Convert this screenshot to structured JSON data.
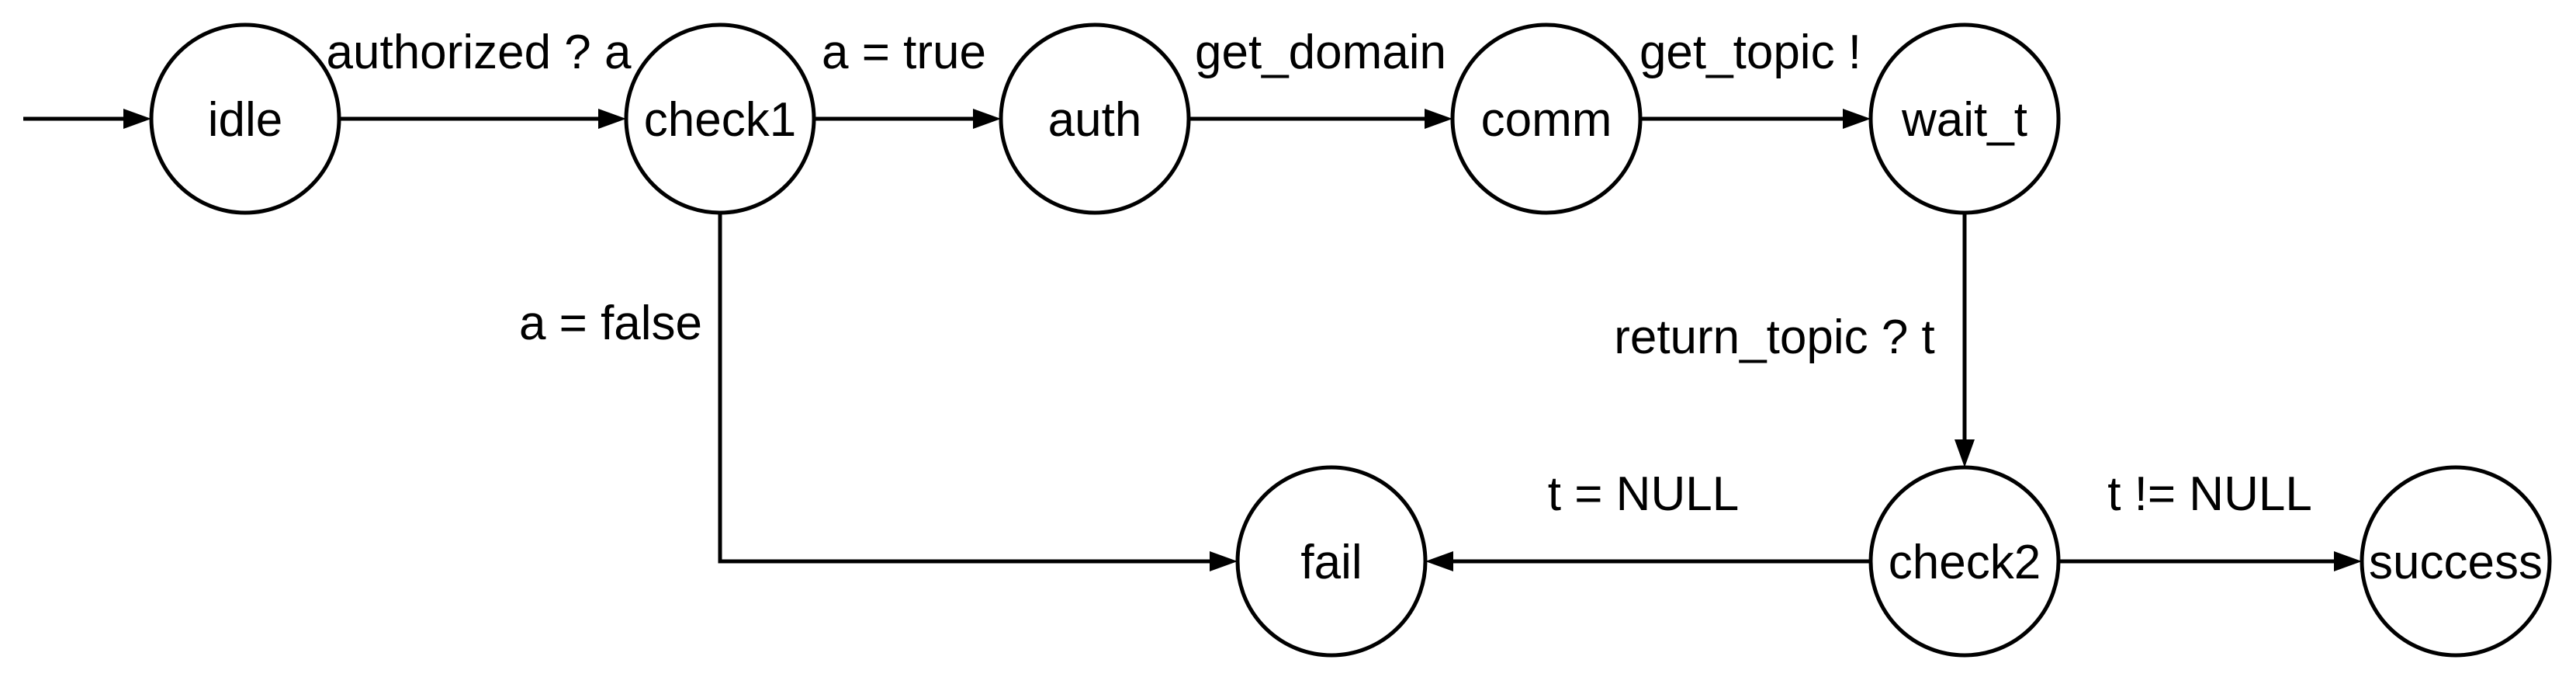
{
  "diagram": {
    "kind": "state-machine",
    "background_color": "#ffffff",
    "line_color": "#000000",
    "states": [
      {
        "id": "idle",
        "label": "idle",
        "initial": true
      },
      {
        "id": "check1",
        "label": "check1",
        "initial": false
      },
      {
        "id": "auth",
        "label": "auth",
        "initial": false
      },
      {
        "id": "comm",
        "label": "comm",
        "initial": false
      },
      {
        "id": "wait_t",
        "label": "wait_t",
        "initial": false
      },
      {
        "id": "fail",
        "label": "fail",
        "initial": false
      },
      {
        "id": "check2",
        "label": "check2",
        "initial": false
      },
      {
        "id": "success",
        "label": "success",
        "initial": false
      }
    ],
    "transitions": [
      {
        "from": "start",
        "to": "idle",
        "label": ""
      },
      {
        "from": "idle",
        "to": "check1",
        "label": "authorized ? a"
      },
      {
        "from": "check1",
        "to": "auth",
        "label": "a = true"
      },
      {
        "from": "auth",
        "to": "comm",
        "label": "get_domain"
      },
      {
        "from": "comm",
        "to": "wait_t",
        "label": "get_topic !"
      },
      {
        "from": "wait_t",
        "to": "check2",
        "label": "return_topic ? t"
      },
      {
        "from": "check1",
        "to": "fail",
        "label": "a = false"
      },
      {
        "from": "check2",
        "to": "fail",
        "label": "t = NULL"
      },
      {
        "from": "check2",
        "to": "success",
        "label": "t != NULL"
      }
    ]
  }
}
